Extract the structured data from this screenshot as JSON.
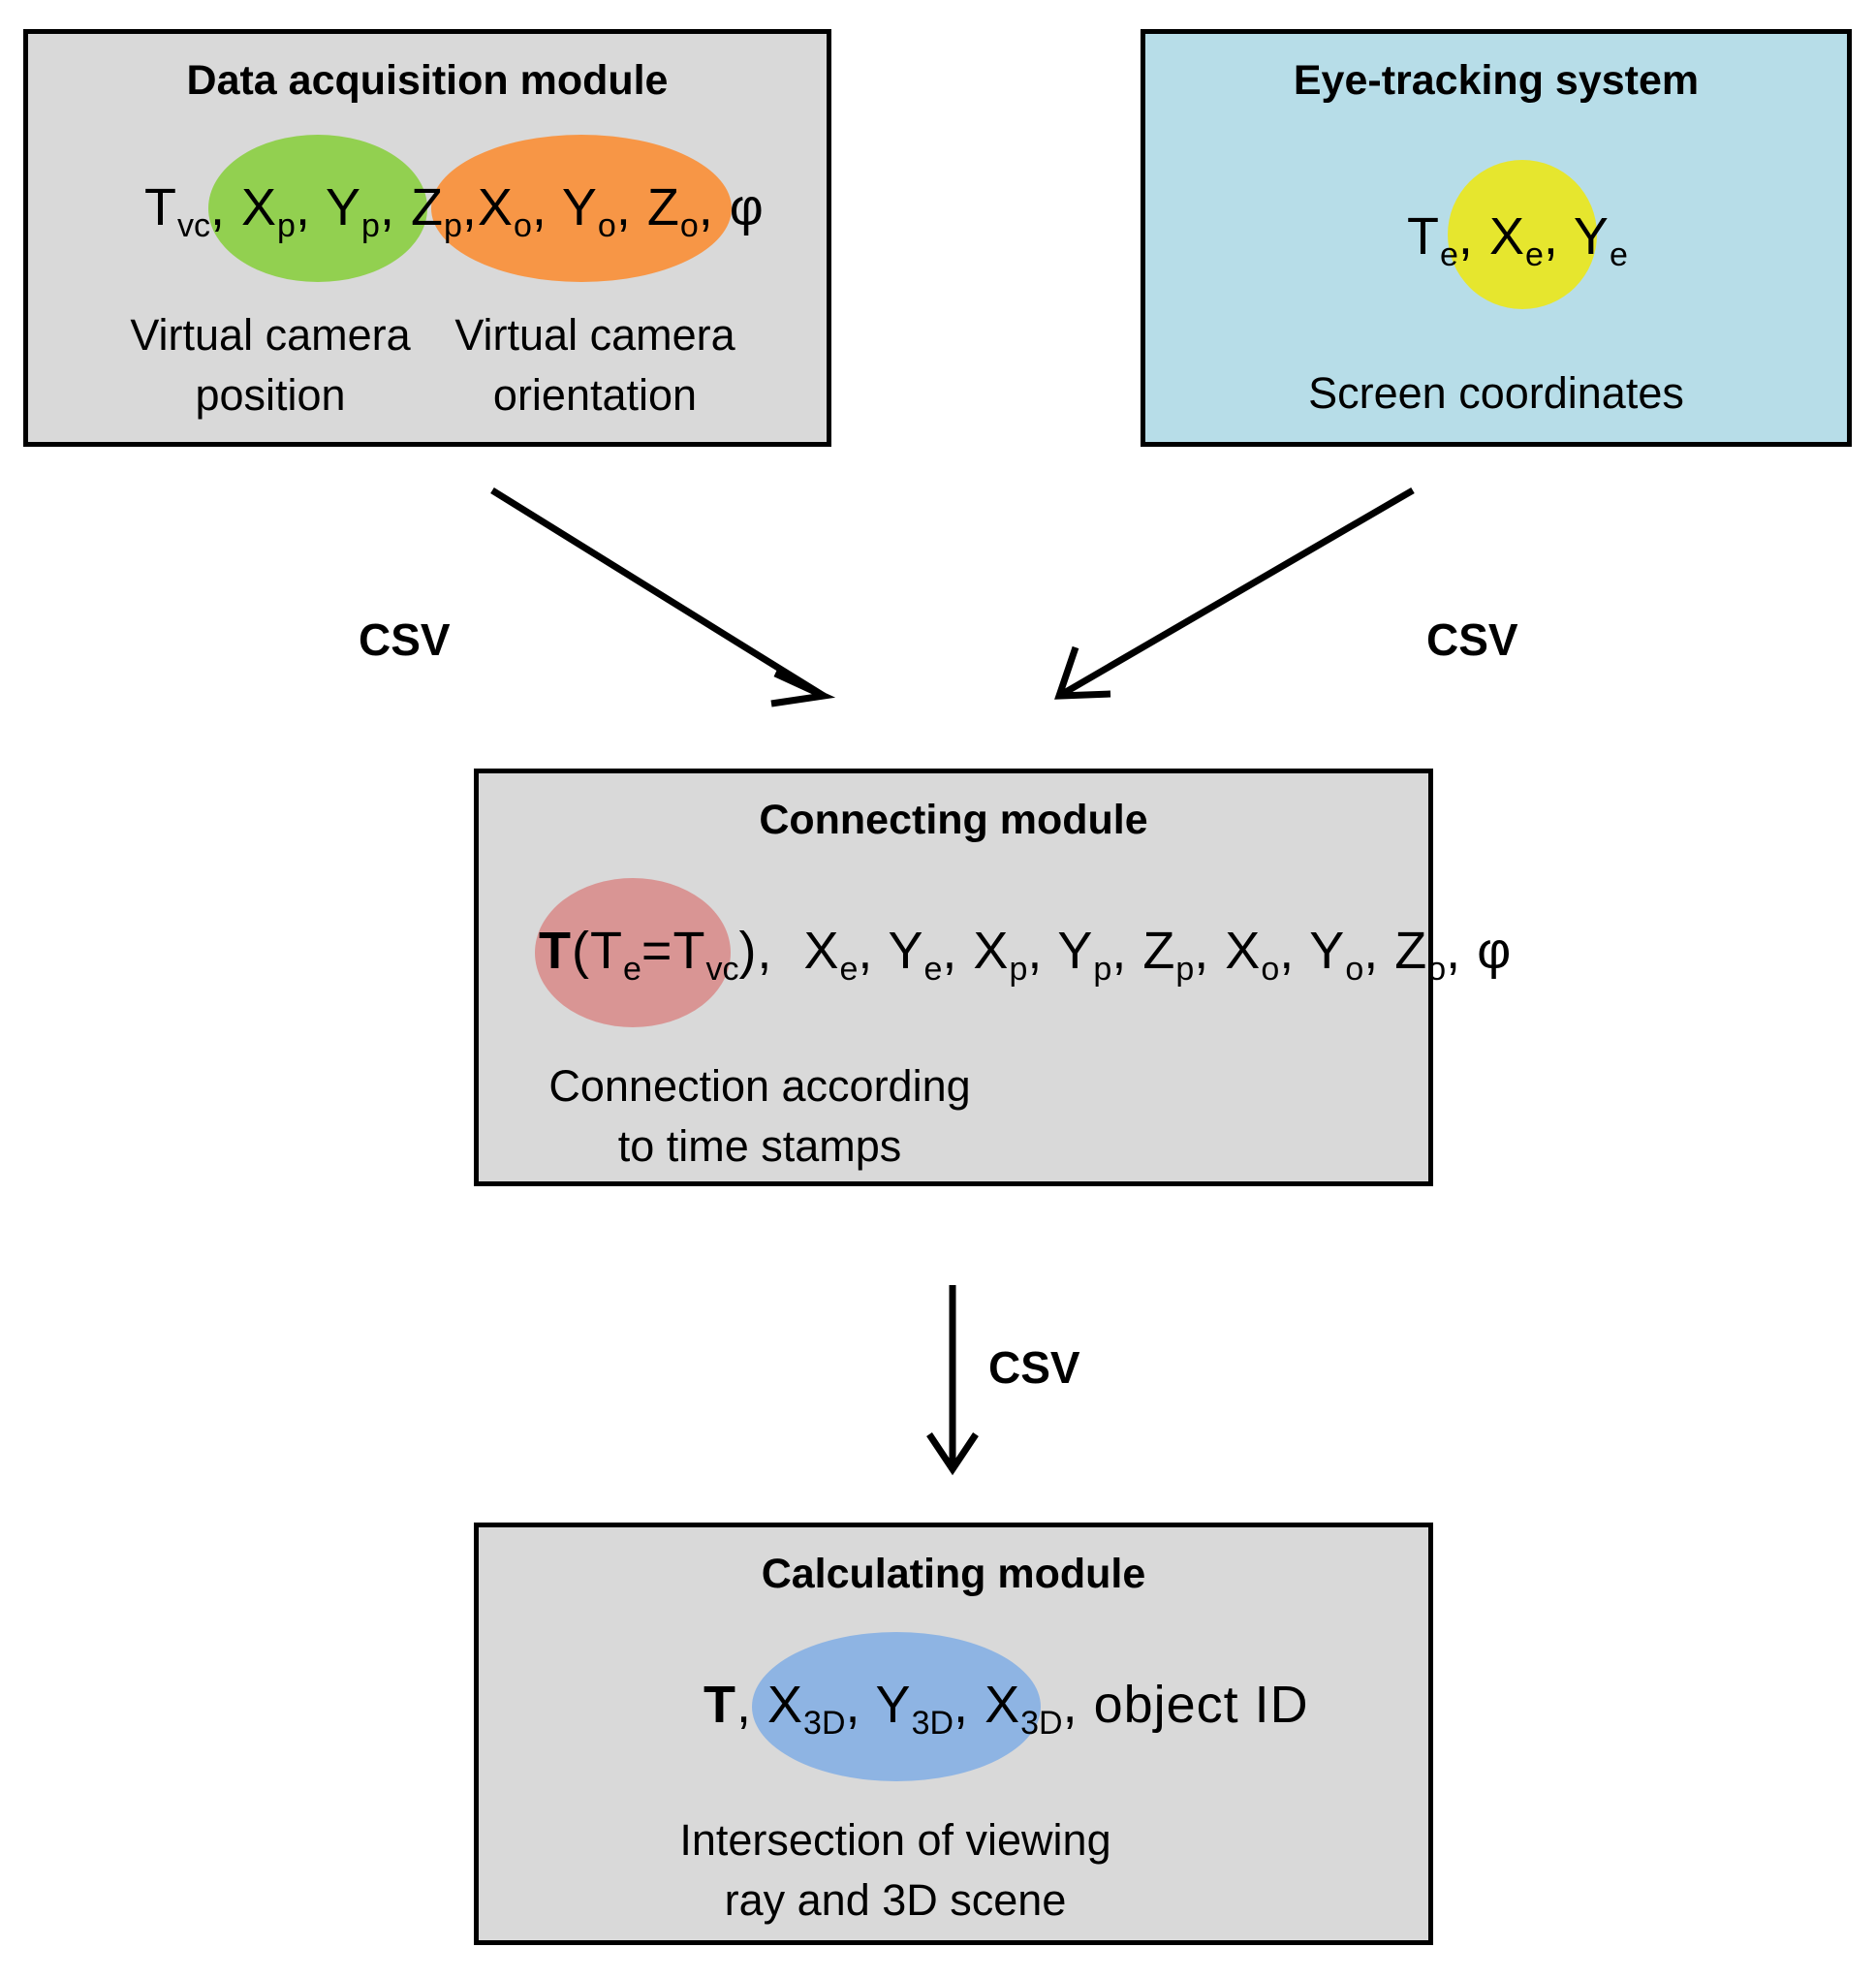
{
  "colors": {
    "box_gray": "#d9d9d9",
    "box_blue": "#b7dde8",
    "ellipse_green": "#92d050",
    "ellipse_orange": "#f79646",
    "ellipse_yellow": "#e6e62e",
    "ellipse_red": "#d99594",
    "ellipse_blue": "#8eb4e3"
  },
  "acquisition": {
    "title": "Data acquisition module",
    "caption_position": [
      "Virtual camera",
      "position"
    ],
    "caption_orientation": [
      "Virtual camera",
      "orientation"
    ]
  },
  "eye": {
    "title": "Eye-tracking system",
    "caption": "Screen coordinates"
  },
  "connecting": {
    "title": "Connecting module",
    "caption": [
      "Connection according",
      "to time stamps"
    ]
  },
  "calculating": {
    "title": "Calculating module",
    "object_id": "object ID",
    "caption": [
      "Intersection of viewing",
      "ray and 3D scene"
    ]
  },
  "symbols": {
    "T": "T",
    "X": "X",
    "Y": "Y",
    "Z": "Z",
    "phi": "φ",
    "sub_vc": "vc",
    "sub_p": "p",
    "sub_o": "o",
    "sub_e": "e",
    "sub_3d": "3D"
  },
  "arrows": {
    "left_label": "CSV",
    "right_label": "CSV",
    "down_label": "CSV"
  }
}
